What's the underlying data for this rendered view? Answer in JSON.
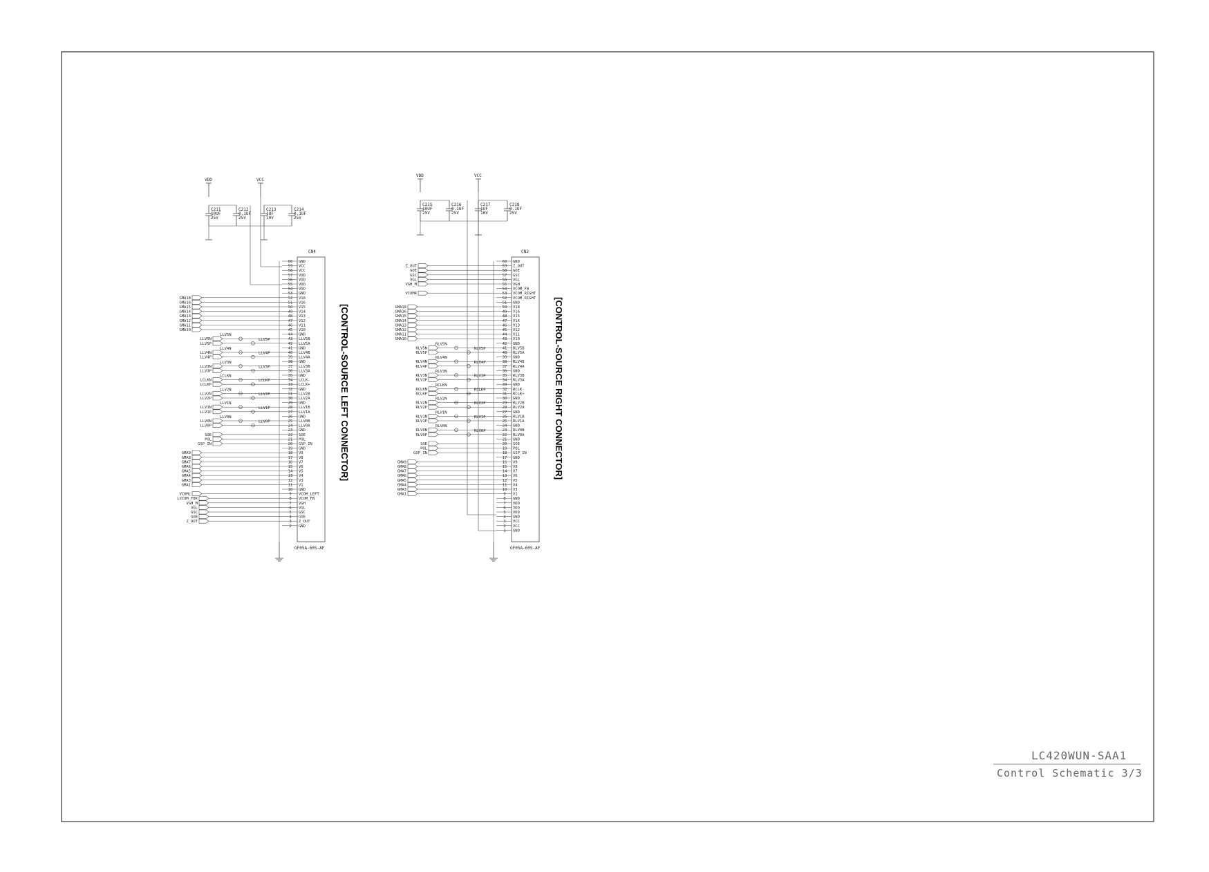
{
  "title_block": {
    "model": "LC420WUN-SAA1",
    "subtitle": "Control Schematic 3/3"
  },
  "left": {
    "heading": "[CONTROL-SOURCE LEFT CONNECTOR]",
    "connector_ref": "CN4",
    "part_no": "GF05A-60S-AF",
    "supply_vdd": "VDD",
    "supply_vcc": "VCC",
    "caps": [
      {
        "ref": "C211",
        "value": "10UF",
        "volt": "25V"
      },
      {
        "ref": "C212",
        "value": "0.1UF",
        "volt": "25V"
      },
      {
        "ref": "C213",
        "value": "1UF",
        "volt": "10V"
      },
      {
        "ref": "C214",
        "value": "0.1UF",
        "volt": "25V"
      }
    ],
    "pins": [
      [
        "60",
        "GND"
      ],
      [
        "59",
        "VCC"
      ],
      [
        "58",
        "VCC"
      ],
      [
        "57",
        "VDD"
      ],
      [
        "56",
        "VDD"
      ],
      [
        "55",
        "VDD"
      ],
      [
        "54",
        "VDD"
      ],
      [
        "53",
        "GND"
      ],
      [
        "52",
        "V18"
      ],
      [
        "51",
        "V16"
      ],
      [
        "50",
        "V15"
      ],
      [
        "49",
        "V14"
      ],
      [
        "48",
        "V13"
      ],
      [
        "47",
        "V12"
      ],
      [
        "46",
        "V11"
      ],
      [
        "45",
        "V10"
      ],
      [
        "44",
        "GND"
      ],
      [
        "43",
        "LLV5B"
      ],
      [
        "42",
        "LLV5A"
      ],
      [
        "41",
        "GND"
      ],
      [
        "40",
        "LLV4B"
      ],
      [
        "39",
        "LLV4A"
      ],
      [
        "38",
        "GND"
      ],
      [
        "37",
        "LLV3B"
      ],
      [
        "36",
        "LLV3A"
      ],
      [
        "35",
        "GND"
      ],
      [
        "34",
        "LCLK-"
      ],
      [
        "33",
        "LCLK+"
      ],
      [
        "32",
        "GND"
      ],
      [
        "31",
        "LLV2B"
      ],
      [
        "30",
        "LLV2A"
      ],
      [
        "29",
        "GND"
      ],
      [
        "28",
        "LLV1B"
      ],
      [
        "27",
        "LLV1A"
      ],
      [
        "26",
        "GND"
      ],
      [
        "25",
        "LLV0B"
      ],
      [
        "24",
        "LLV0A"
      ],
      [
        "23",
        "GND"
      ],
      [
        "22",
        "SOE"
      ],
      [
        "21",
        "POL"
      ],
      [
        "20",
        "GSP_IN"
      ],
      [
        "19",
        "GND"
      ],
      [
        "18",
        "V9"
      ],
      [
        "17",
        "V8"
      ],
      [
        "16",
        "V7"
      ],
      [
        "15",
        "V6"
      ],
      [
        "14",
        "V5"
      ],
      [
        "13",
        "V4"
      ],
      [
        "12",
        "V3"
      ],
      [
        "11",
        "V1"
      ],
      [
        "10",
        "GND"
      ],
      [
        "9",
        "VCOM_LEFT"
      ],
      [
        "8",
        "VCOM_FB"
      ],
      [
        "7",
        "VGH"
      ],
      [
        "6",
        "VGL"
      ],
      [
        "5",
        "GSC"
      ],
      [
        "4",
        "GOE"
      ],
      [
        "3",
        "Z_OUT"
      ],
      [
        "2",
        "GND"
      ]
    ],
    "gma_upper": [
      "GMA18",
      "GMA16",
      "GMA15",
      "GMA14",
      "GMA13",
      "GMA12",
      "GMA11",
      "GMA10"
    ],
    "lvds_in": [
      "LLV5N",
      "LLV5P",
      "LLV4N",
      "LLV4P",
      "LLV3N",
      "LLV3P",
      "LCLKN",
      "LCLKP",
      "LLV2N",
      "LLV2P",
      "LLV1N",
      "LLV1P",
      "LLV0N",
      "LLV0P"
    ],
    "ferrite_labels": [
      "LLV5N",
      "LLV5P",
      "LLV4N",
      "LLV4P",
      "LLV3N",
      "LLV3P",
      "LCLKN",
      "LCLKP",
      "LLV2N",
      "LLV2P",
      "LLV1N",
      "LLV1P",
      "LLV0N",
      "LLV0P"
    ],
    "ctrl_in": [
      "SOE",
      "POL",
      "GSP_IN"
    ],
    "gma_lower": [
      "GMA9",
      "GMA8",
      "GMA7",
      "GMA6",
      "GMA5",
      "GMA4",
      "GMA3",
      "GMA1"
    ],
    "vcom_in": "VCOML",
    "bottom_in": [
      "LVCOM_FBK",
      "VGH_M",
      "VGL",
      "GSC",
      "GOE",
      "Z_OUT"
    ]
  },
  "right": {
    "heading": "[CONTROL-SOURCE RIGHT CONNECTOR]",
    "connector_ref": "CN3",
    "part_no": "GF05A-60S-AF",
    "supply_vdd": "VDD",
    "supply_vcc": "VCC",
    "caps": [
      {
        "ref": "C215",
        "value": "10UF",
        "volt": "25V"
      },
      {
        "ref": "C216",
        "value": "0.1UF",
        "volt": "25V"
      },
      {
        "ref": "C217",
        "value": "1UF",
        "volt": "10V"
      },
      {
        "ref": "C218",
        "value": "0.1UF",
        "volt": "25V"
      }
    ],
    "pins": [
      [
        "60",
        "GND"
      ],
      [
        "59",
        "Z_OUT"
      ],
      [
        "58",
        "GOE"
      ],
      [
        "57",
        "GSC"
      ],
      [
        "56",
        "VGL"
      ],
      [
        "55",
        "VGH"
      ],
      [
        "54",
        "VCOM_FB"
      ],
      [
        "53",
        "VCOM_RIGHT"
      ],
      [
        "52",
        "VCOM_RIGHT"
      ],
      [
        "51",
        "GND"
      ],
      [
        "50",
        "V18"
      ],
      [
        "49",
        "V16"
      ],
      [
        "48",
        "V15"
      ],
      [
        "47",
        "V14"
      ],
      [
        "46",
        "V13"
      ],
      [
        "45",
        "V12"
      ],
      [
        "44",
        "V11"
      ],
      [
        "43",
        "V10"
      ],
      [
        "42",
        "GND"
      ],
      [
        "41",
        "RLV5B"
      ],
      [
        "40",
        "RLV5A"
      ],
      [
        "39",
        "GND"
      ],
      [
        "38",
        "RLV4B"
      ],
      [
        "37",
        "RLV4A"
      ],
      [
        "36",
        "GND"
      ],
      [
        "35",
        "RLV3B"
      ],
      [
        "34",
        "RLV3A"
      ],
      [
        "33",
        "GND"
      ],
      [
        "32",
        "RCLK-"
      ],
      [
        "31",
        "RCLK+"
      ],
      [
        "30",
        "GND"
      ],
      [
        "29",
        "RLV2B"
      ],
      [
        "28",
        "RLV2A"
      ],
      [
        "27",
        "GND"
      ],
      [
        "26",
        "RLV1B"
      ],
      [
        "25",
        "RLV1A"
      ],
      [
        "24",
        "GND"
      ],
      [
        "23",
        "RLV0B"
      ],
      [
        "22",
        "RLV0A"
      ],
      [
        "21",
        "GND"
      ],
      [
        "20",
        "SOE"
      ],
      [
        "19",
        "POL"
      ],
      [
        "18",
        "GSP_IN"
      ],
      [
        "17",
        "GND"
      ],
      [
        "16",
        "V9"
      ],
      [
        "15",
        "V8"
      ],
      [
        "14",
        "V7"
      ],
      [
        "13",
        "V6"
      ],
      [
        "12",
        "V5"
      ],
      [
        "11",
        "V4"
      ],
      [
        "10",
        "V3"
      ],
      [
        "9",
        "V1"
      ],
      [
        "8",
        "GND"
      ],
      [
        "7",
        "VDD"
      ],
      [
        "6",
        "VDD"
      ],
      [
        "5",
        "VDD"
      ],
      [
        "4",
        "GND"
      ],
      [
        "3",
        "VCC"
      ],
      [
        "2",
        "VCC"
      ],
      [
        "1",
        "GND"
      ]
    ],
    "top_in": [
      "Z_OUT",
      "GOE",
      "GSC",
      "VGL",
      "VGH_M"
    ],
    "vcom_in": "VCOMR",
    "gma_upper": [
      "GMA18",
      "GMA16",
      "GMA15",
      "GMA14",
      "GMA13",
      "GMA12",
      "GMA11",
      "GMA10"
    ],
    "lvds_in": [
      "RLV5N",
      "RLV5P",
      "RLV4N",
      "RLV4P",
      "RLV3N",
      "RLV3P",
      "RCLKN",
      "RCLKP",
      "RLV2N",
      "RLV2P",
      "RLV1N",
      "RLV1P",
      "RLV0N",
      "RLV0P"
    ],
    "ferrite_labels": [
      "RLV5N",
      "RLV5P",
      "RLV4N",
      "RLV4P",
      "RLV3N",
      "RLV3P",
      "RCLKN",
      "RCLKP",
      "RLV2N",
      "RLV2P",
      "RLV1N",
      "RLV1P",
      "RLV0N",
      "RLV0P"
    ],
    "ctrl_in": [
      "SOE",
      "POL",
      "GSP_IN"
    ],
    "gma_lower": [
      "GMA9",
      "GMA8",
      "GMA7",
      "GMA6",
      "GMA5",
      "GMA4",
      "GMA3",
      "GMA1"
    ]
  }
}
